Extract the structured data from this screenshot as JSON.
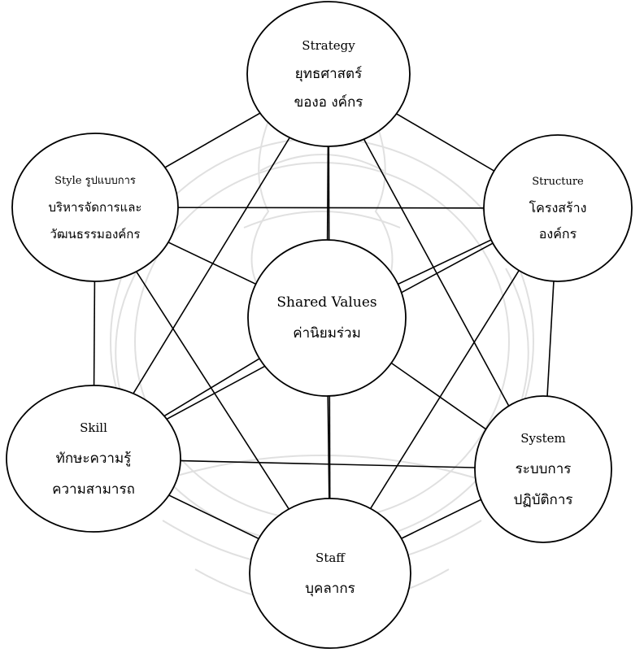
{
  "diagram": {
    "nodes": [
      {
        "id": "strategy",
        "lines": [
          "Strategy",
          "ยุทธศาสตร์",
          "ของอ งค์กร"
        ]
      },
      {
        "id": "structure",
        "lines": [
          "Structure",
          "โครงสร้าง",
          "องค์กร"
        ]
      },
      {
        "id": "system",
        "lines": [
          "System",
          "ระบบการ",
          "ปฏิบัติการ"
        ]
      },
      {
        "id": "staff",
        "lines": [
          "Staff",
          "บุคลากร"
        ]
      },
      {
        "id": "skill",
        "lines": [
          "Skill",
          "ทักษะความรู้",
          "ความสามารถ"
        ]
      },
      {
        "id": "style",
        "lines": [
          "Style รูปแบบการ",
          "บริหารจัดการและ",
          "วัฒนธรรมองค์กร"
        ]
      },
      {
        "id": "shared-values",
        "lines": [
          "Shared Values",
          "ค่านิยมร่วม"
        ]
      }
    ],
    "colors": {
      "stroke": "#000000",
      "text": "#000000",
      "watermark": "#c8c8c8"
    }
  }
}
